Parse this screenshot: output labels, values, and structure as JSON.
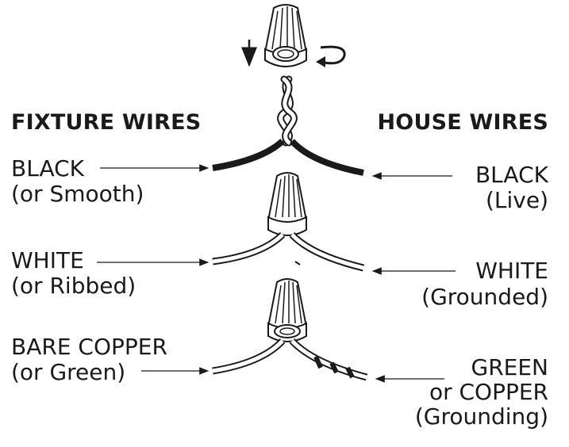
{
  "headings": {
    "fixture": "FIXTURE WIRES",
    "house": "HOUSE WIRES"
  },
  "rows": [
    {
      "fixture_line1": "BLACK",
      "fixture_line2": "(or Smooth)",
      "house_line1": "BLACK",
      "house_line2": "(Live)"
    },
    {
      "fixture_line1": "WHITE",
      "fixture_line2": "(or Ribbed)",
      "house_line1": "WHITE",
      "house_line2": "(Grounded)"
    },
    {
      "fixture_line1": "BARE COPPER",
      "fixture_line2": "(or Green)",
      "house_line1": "GREEN",
      "house_line2": "or COPPER",
      "house_line3": "(Grounding)"
    }
  ],
  "colors": {
    "ink": "#1a1a1a",
    "background": "#ffffff"
  },
  "icons": [
    "wire-nut-icon",
    "down-arrow-icon",
    "twist-arrow-icon"
  ]
}
